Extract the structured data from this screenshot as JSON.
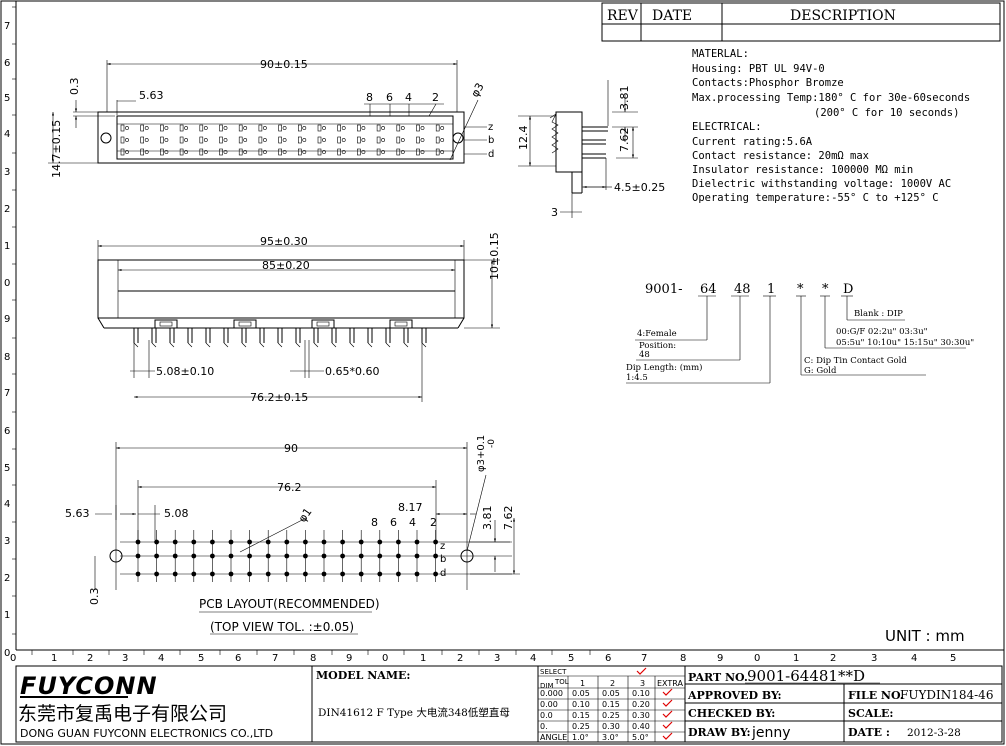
{
  "revision_table": {
    "headers": {
      "rev": "REV",
      "date": "DATE",
      "description": "DESCRIPTION"
    }
  },
  "ruler": {
    "top": [
      "0",
      "1",
      "2",
      "3",
      "4",
      "5",
      "6",
      "7",
      "8",
      "9",
      "0",
      "1",
      "2",
      "3",
      "4",
      "5"
    ],
    "left": [
      "7",
      "6",
      "5",
      "4",
      "3",
      "2",
      "1",
      "0",
      "9",
      "8",
      "7",
      "6",
      "5",
      "4",
      "3",
      "2",
      "1",
      "0"
    ]
  },
  "material": {
    "heading": "MATERLAL:",
    "housing": "Housing: PBT UL 94V-0",
    "contacts": "Contacts:Phosphor Bromze",
    "temp1": "Max.processing Temp:180° C for 30e-60seconds",
    "temp2": "(200° C for 10 seconds)"
  },
  "electrical": {
    "heading": "ELECTRICAL:",
    "current": "Current rating:5.6A",
    "contact_res": "Contact resistance: 20mΩ  max",
    "insulator": "Insulator resistance: 100000 MΩ  min",
    "dielectric": "Dielectric withstanding voltage: 1000V  AC",
    "operating": "Operating temperature:-55° C to +125° C"
  },
  "part_code": {
    "prefix": "9001-",
    "p1": "64",
    "p2": "48",
    "p3": "1",
    "p4": "*",
    "p5": "*",
    "p6": "D",
    "blank_dip": "Blank : DIP",
    "plating1": "00:G/F  02:2u\"  03:3u\"",
    "plating2": "05:5u\"  10:10u\"  15:15u\" 30:30u\"",
    "c_dip": "C: Dip Tin Contact Gold",
    "g_gold": "G: Gold",
    "female": "4:Female",
    "position_label": "Position:",
    "position_value": "48",
    "dip_length_label": "Dip Length: (mm)",
    "dip_length_value": "1:4.5"
  },
  "top_view": {
    "dim_90": "90±0.15",
    "dim_563": "5.63",
    "dim_03": "0.3",
    "dim_147": "14.7±0.15",
    "pin8": "8",
    "pin6": "6",
    "pin4": "4",
    "pin2": "2",
    "hole": "φ3",
    "row_z": "z",
    "row_b": "b",
    "row_d": "d"
  },
  "side_view": {
    "dim_381": "3.81",
    "dim_124": "12.4",
    "dim_762": "7.62",
    "dim_45": "4.5±0.25",
    "dim_3": "3"
  },
  "front_view": {
    "dim_95": "95±0.30",
    "dim_85": "85±0.20",
    "dim_10": "10±0.15",
    "dim_508": "5.08±0.10",
    "dim_065": "0.65*0.60",
    "dim_762": "76.2±0.15"
  },
  "pcb_layout": {
    "dim_90": "90",
    "dim_762": "76.2",
    "dim_563": "5.63",
    "dim_508": "5.08",
    "dim_817": "8.17",
    "dim_381": "3.81",
    "dim_762b": "7.62",
    "dim_03": "0.3",
    "hole_dia": "φ1",
    "mount_hole": "φ3+0.1",
    "mount_hole_tol": "-0",
    "pin8": "8",
    "pin6": "6",
    "pin4": "4",
    "pin2": "2",
    "row_z": "z",
    "row_b": "b",
    "row_d": "d",
    "title": "PCB  LAYOUT(RECOMMENDED)",
    "subtitle": "(TOP  VIEW TOL. :±0.05)"
  },
  "unit_label": "UNIT : mm",
  "title_block": {
    "logo": "FUYCONN",
    "company_cn": "东莞市复禹电子有限公司",
    "company_en": "DONG GUAN FUYCONN ELECTRONICS CO.,LTD",
    "model_name_label": "MODEL NAME:",
    "model_name_value": "DIN41612  F Type 大电流348低塑直母",
    "tol_header_select": "SELECT",
    "tol_header_tol": "TOL",
    "tol_header_dim": "DIM",
    "tol_cols": [
      "1",
      "2",
      "3",
      "EXTRA"
    ],
    "tol_rows": [
      {
        "dim": "0.000",
        "v": [
          "0.05",
          "0.05",
          "0.10"
        ]
      },
      {
        "dim": "0.00",
        "v": [
          "0.10",
          "0.15",
          "0.20"
        ]
      },
      {
        "dim": "0.0",
        "v": [
          "0.15",
          "0.25",
          "0.30"
        ]
      },
      {
        "dim": "0.",
        "v": [
          "0.25",
          "0.30",
          "0.40"
        ]
      },
      {
        "dim": "ANGLE",
        "v": [
          "1.0°",
          "3.0°",
          "5.0°"
        ]
      }
    ],
    "part_no_label": "PART NO.",
    "part_no_value": "9001-64481**D",
    "approved_label": "APPROVED BY:",
    "checked_label": "CHECKED BY:",
    "draw_label": "DRAW BY:",
    "draw_value": "jenny",
    "file_no_label": "FILE NO.",
    "file_no_value": "FUYDIN184-46",
    "scale_label": "SCALE:",
    "date_label": "DATE :",
    "date_value": "2012-3-28"
  },
  "colors": {
    "line": "#000000",
    "check": "#e00000"
  }
}
